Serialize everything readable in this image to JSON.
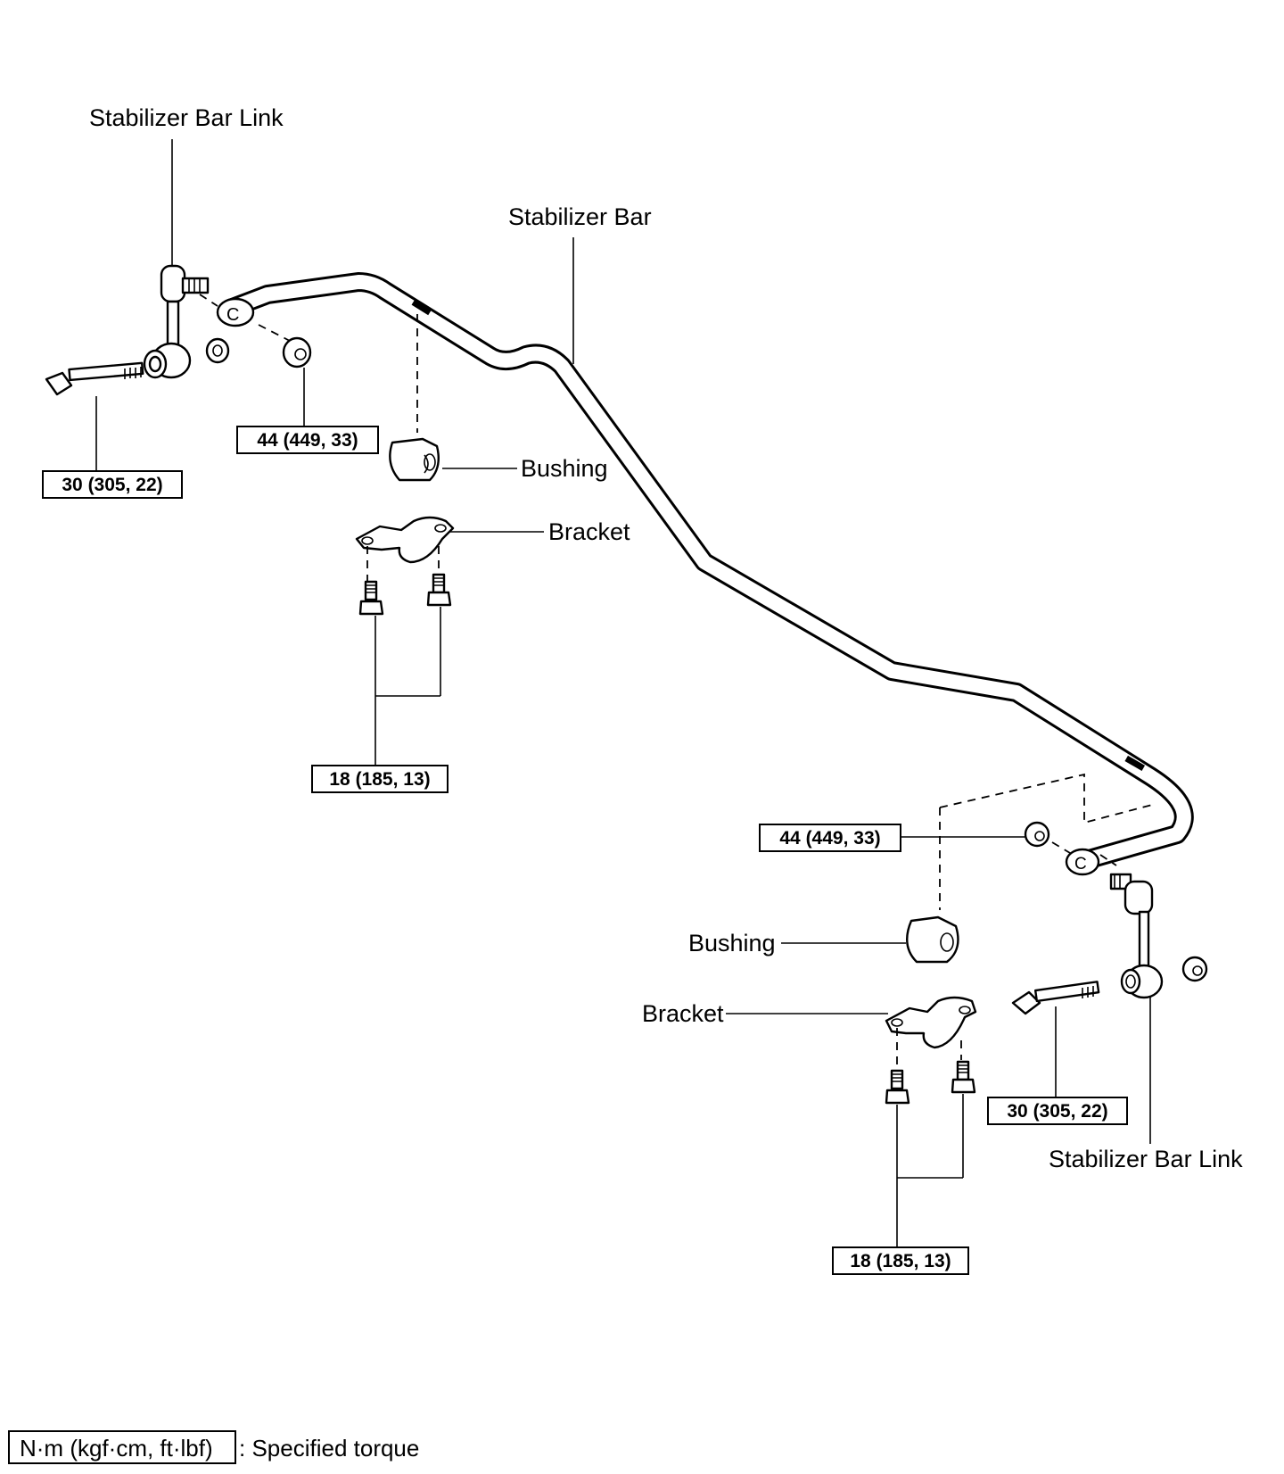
{
  "labels": {
    "stabilizer_bar": "Stabilizer Bar",
    "link_left": "Stabilizer Bar Link",
    "link_right": "Stabilizer Bar Link",
    "bushing_left": "Bushing",
    "bushing_right": "Bushing",
    "bracket_left": "Bracket",
    "bracket_right": "Bracket"
  },
  "torque": {
    "link_bolt_left": "30 (305, 22)",
    "link_nut_left": "44 (449, 33)",
    "bracket_bolts_left": "18 (185, 13)",
    "link_nut_right": "44 (449, 33)",
    "link_bolt_right": "30 (305, 22)",
    "bracket_bolts_right": "18 (185, 13)"
  },
  "legend": {
    "unit_box": "N·m (kgf·cm, ft·lbf)",
    "description": ": Specified torque"
  }
}
